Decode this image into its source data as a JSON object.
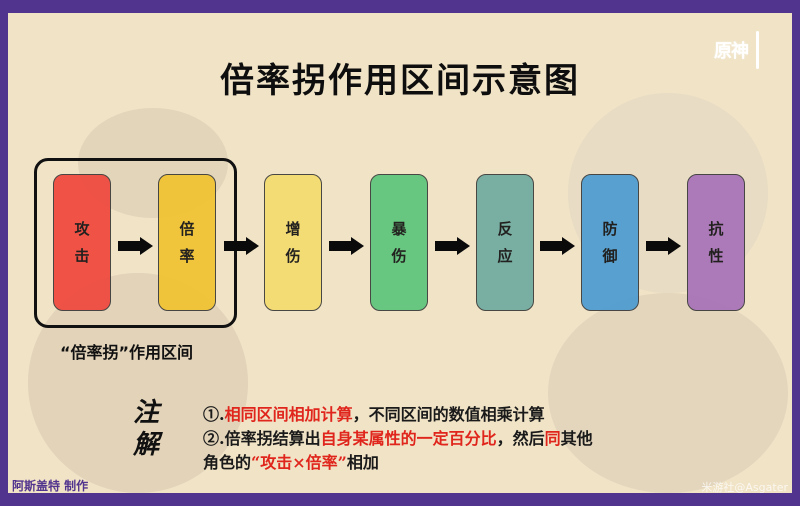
{
  "title": "倍率拐作用区间示意图",
  "logo": "原神",
  "colors": {
    "border_purple": "#51348e",
    "background": "#f0e3c6",
    "highlight_red": "#e0251c"
  },
  "stages": [
    {
      "top": "攻",
      "bottom": "击",
      "color": "#f0463c"
    },
    {
      "top": "倍",
      "bottom": "率",
      "color": "#f2c330"
    },
    {
      "top": "增",
      "bottom": "伤",
      "color": "#f5dc6e"
    },
    {
      "top": "暴",
      "bottom": "伤",
      "color": "#5cc47a"
    },
    {
      "top": "反",
      "bottom": "应",
      "color": "#6eaba0"
    },
    {
      "top": "防",
      "bottom": "御",
      "color": "#4b9bd0"
    },
    {
      "top": "抗",
      "bottom": "性",
      "color": "#a772b8"
    }
  ],
  "group_label": "“倍率拐”作用区间",
  "note_label": {
    "line1": "注",
    "line2": "解"
  },
  "notes": {
    "line1": {
      "prefix": "①.",
      "red": "相同区间相加计算",
      "suffix": "，不同区间的数值相乘计算"
    },
    "line2": {
      "prefix": "②.倍率拐结算出",
      "red": "自身某属性的一定百分比",
      "middle": "，然后",
      "red2": "同",
      "suffix": "其他"
    },
    "line3": {
      "prefix": "角色的",
      "red": "“攻击×倍率”",
      "suffix": "相加"
    }
  },
  "credit": "阿斯盖特 制作",
  "watermark": "米游社@Asgater"
}
